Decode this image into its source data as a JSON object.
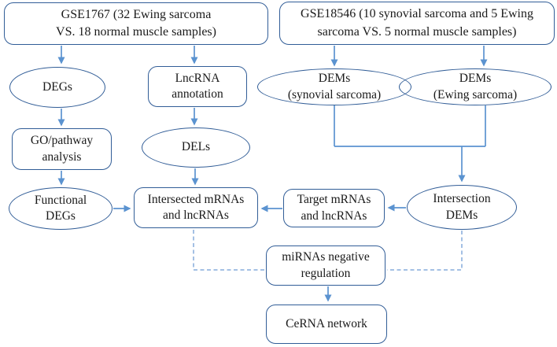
{
  "figure": {
    "type": "flowchart",
    "colors": {
      "shape_border": "#315d97",
      "connector": "#5b93d0",
      "dashed_connector": "#85abdc",
      "text": "#1a1a1a",
      "background": "#ffffff"
    },
    "nodes": {
      "gse1767": {
        "shape": "rounded-rect",
        "label": "GSE1767 (32 Ewing sarcoma\nVS. 18 normal muscle samples)"
      },
      "gse18546": {
        "shape": "rounded-rect",
        "label": "GSE18546 (10 synovial sarcoma and 5 Ewing\nsarcoma VS. 5 normal muscle samples)"
      },
      "degs": {
        "shape": "ellipse",
        "label": "DEGs"
      },
      "lncrna_annotation": {
        "shape": "rounded-rect",
        "label": "LncRNA\nannotation"
      },
      "dems_synovial": {
        "shape": "ellipse",
        "label": "DEMs\n(synovial sarcoma)"
      },
      "dems_ewing": {
        "shape": "ellipse",
        "label": "DEMs\n(Ewing sarcoma)"
      },
      "go_pathway": {
        "shape": "rounded-rect",
        "label": "GO/pathway\nanalysis"
      },
      "dels": {
        "shape": "ellipse",
        "label": "DELs"
      },
      "functional_degs": {
        "shape": "ellipse",
        "label": "Functional\nDEGs"
      },
      "intersected_mrnas": {
        "shape": "rounded-rect",
        "label": "Intersected mRNAs\nand lncRNAs"
      },
      "target_mrnas": {
        "shape": "rounded-rect",
        "label": "Target mRNAs\nand lncRNAs"
      },
      "intersection_dems": {
        "shape": "ellipse",
        "label": "Intersection\nDEMs"
      },
      "mirnas_regulation": {
        "shape": "rounded-rect",
        "label": "miRNAs negative\nregulation"
      },
      "cerna_network": {
        "shape": "rounded-rect",
        "label": "CeRNA network"
      }
    },
    "edges": [
      {
        "from": "gse1767",
        "to": "degs",
        "style": "solid-arrow"
      },
      {
        "from": "gse1767",
        "to": "lncrna_annotation",
        "style": "solid-arrow"
      },
      {
        "from": "gse18546",
        "to": "dems_synovial",
        "style": "solid-arrow"
      },
      {
        "from": "gse18546",
        "to": "dems_ewing",
        "style": "solid-arrow"
      },
      {
        "from": "degs",
        "to": "go_pathway",
        "style": "solid-arrow"
      },
      {
        "from": "lncrna_annotation",
        "to": "dels",
        "style": "solid-arrow"
      },
      {
        "from": "go_pathway",
        "to": "functional_degs",
        "style": "solid-arrow"
      },
      {
        "from": "dels",
        "to": "intersected_mrnas",
        "style": "solid-arrow"
      },
      {
        "from": "functional_degs",
        "to": "intersected_mrnas",
        "style": "solid-arrow"
      },
      {
        "from": "dems_synovial",
        "to": "intersection_dems",
        "style": "solid-arrow"
      },
      {
        "from": "dems_ewing",
        "to": "intersection_dems",
        "style": "solid-arrow"
      },
      {
        "from": "intersection_dems",
        "to": "target_mrnas",
        "style": "solid-arrow"
      },
      {
        "from": "target_mrnas",
        "to": "intersected_mrnas",
        "style": "solid-arrow"
      },
      {
        "from": "intersected_mrnas",
        "to": "mirnas_regulation",
        "style": "dashed"
      },
      {
        "from": "intersection_dems",
        "to": "mirnas_regulation",
        "style": "dashed"
      },
      {
        "from": "mirnas_regulation",
        "to": "cerna_network",
        "style": "solid-arrow"
      }
    ]
  }
}
